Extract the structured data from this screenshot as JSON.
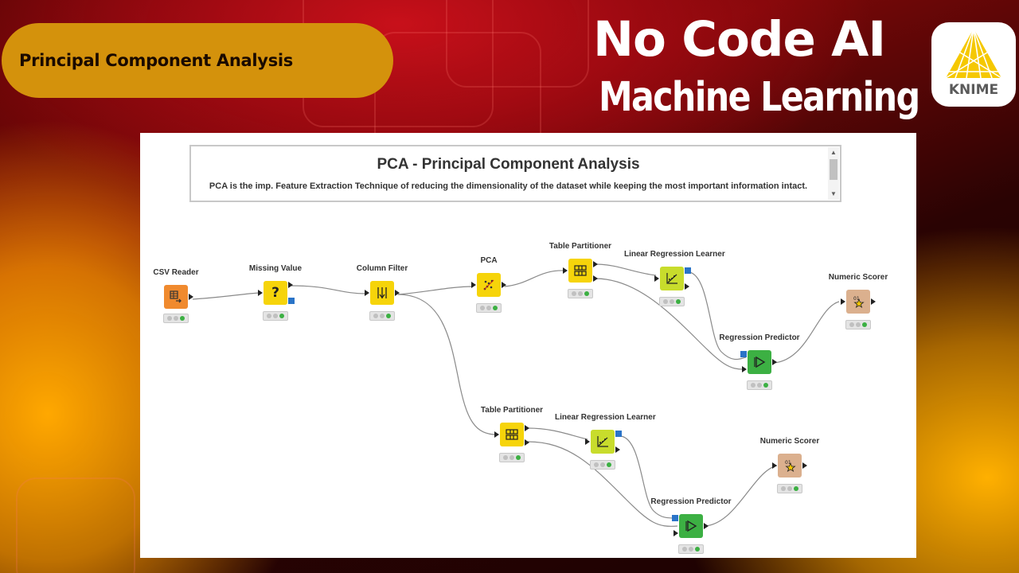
{
  "header": {
    "pill_label": "Principal Component Analysis",
    "title_line1": "No Code AI",
    "title_line2": "Machine Learning",
    "logo_text": "KNIME"
  },
  "workflow": {
    "annotation": {
      "title": "PCA - Principal Component Analysis",
      "description": "PCA is the imp. Feature Extraction Technique of reducing the dimensionality of the dataset while keeping the most important information intact."
    },
    "nodes": {
      "csv_reader": "CSV Reader",
      "missing_value": "Missing Value",
      "column_filter": "Column Filter",
      "pca": "PCA",
      "table_partitioner_1": "Table Partitioner",
      "lr_learner_1": "Linear Regression Learner",
      "regression_predictor_1": "Regression Predictor",
      "numeric_scorer_1": "Numeric Scorer",
      "table_partitioner_2": "Table Partitioner",
      "lr_learner_2": "Linear Regression Learner",
      "regression_predictor_2": "Regression Predictor",
      "numeric_scorer_2": "Numeric Scorer"
    },
    "colors": {
      "reader": "#f08a2e",
      "manipulator": "#f6d40a",
      "learner": "#c8dc2c",
      "predictor": "#3cb043",
      "scorer": "#dbb08e",
      "status_ok": "#3cb043",
      "port_blue": "#2a74c8"
    },
    "icons": {
      "csv_reader": "table-arrow-icon",
      "missing_value": "question-mark-icon",
      "column_filter": "column-filter-icon",
      "pca": "scatter-dots-icon",
      "partitioner": "grid-split-icon",
      "learner": "regression-chart-icon",
      "predictor": "play-triangle-icon",
      "scorer": "score-star-icon"
    }
  }
}
